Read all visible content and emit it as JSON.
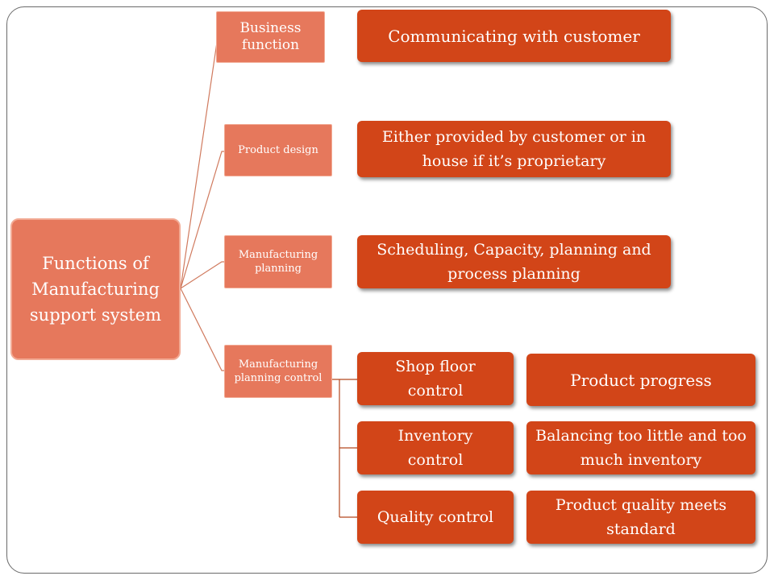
{
  "root": {
    "label": "Functions of Manufacturing support system"
  },
  "functions": [
    {
      "label": "Business function",
      "description": "Communicating with customer"
    },
    {
      "label": "Product design",
      "description": "Either provided by customer or in house if it’s proprietary"
    },
    {
      "label": "Manufacturing planning",
      "description": "Scheduling, Capacity, planning and process planning"
    },
    {
      "label": "Manufacturing planning control",
      "subfunctions": [
        {
          "label": "Shop floor control",
          "description": "Product progress"
        },
        {
          "label": "Inventory control",
          "description": "Balancing too little and too much inventory"
        },
        {
          "label": "Quality control",
          "description": "Product quality meets standard"
        }
      ]
    }
  ],
  "colors": {
    "light_node": "#e6785c",
    "dark_node": "#d24518",
    "connector_light": "#d07a5e",
    "connector_dark": "#b5481f"
  }
}
